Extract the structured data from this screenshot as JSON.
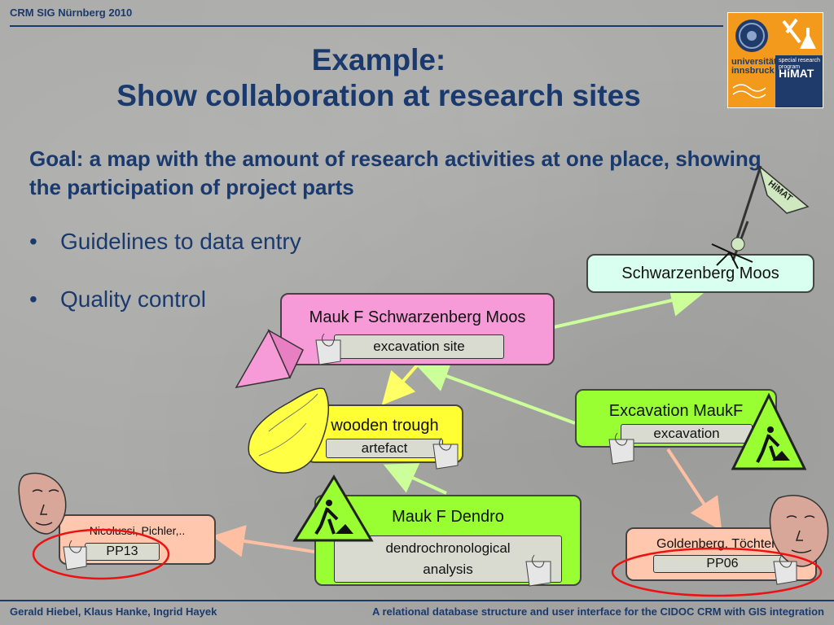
{
  "header": {
    "text": "CRM SIG Nürnberg 2010"
  },
  "logo": {
    "university": "universität innsbruck",
    "program": "special research program",
    "name": "HiMAT"
  },
  "title": {
    "line1": "Example:",
    "line2": "Show collaboration at research sites"
  },
  "goal": {
    "text": "Goal: a map with the amount of research activities at one place, showing the participation of project parts"
  },
  "bullets": [
    {
      "text": "Guidelines to data entry"
    },
    {
      "text": "Quality control"
    }
  ],
  "diagram": {
    "schwarzenberg": {
      "title": "Schwarzenberg Moos"
    },
    "mauk_site": {
      "title": "Mauk F Schwarzenberg Moos",
      "tag": "excavation site"
    },
    "trough": {
      "title": "wooden trough",
      "tag": "artefact"
    },
    "excavation": {
      "title": "Excavation MaukF",
      "tag": "excavation"
    },
    "dendro": {
      "title": "Mauk F Dendro",
      "tag": "dendrochronological analysis"
    },
    "nicolussi": {
      "title": "Nicolussi, Pichler,..",
      "tag": "PP13"
    },
    "goldenberg": {
      "title": "Goldenberg, Töchterle",
      "tag": "PP06"
    }
  },
  "colors": {
    "pink": "#f79bd8",
    "yellow": "#ffff33",
    "green": "#99ff33",
    "salmon": "#ffc7ad",
    "mint": "#d8fff0",
    "arrow_green": "#ccff99",
    "arrow_yellow": "#ffff66",
    "arrow_salmon": "#ffbfa3",
    "circle_red": "#ee1111"
  },
  "footer": {
    "left": "Gerald Hiebel, Klaus Hanke, Ingrid Hayek",
    "right": "A relational database structure and user interface for the CIDOC CRM with GIS integration"
  }
}
